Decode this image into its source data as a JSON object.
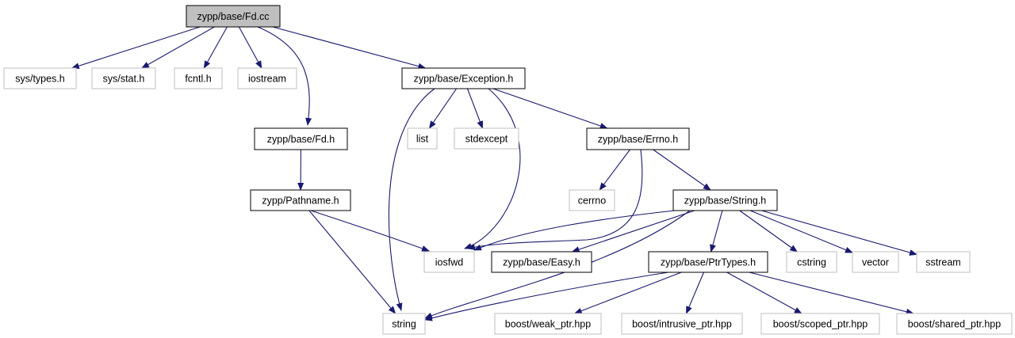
{
  "diagram": {
    "type": "include-dependency-graph",
    "colors": {
      "root_fill": "#bfbfbf",
      "internal_border": "#000000",
      "external_border": "#bfbfbf",
      "external_text": "#404040",
      "edge": "#191970"
    },
    "nodes": [
      {
        "id": "fd_cc",
        "label": "zypp/base/Fd.cc",
        "kind": "root"
      },
      {
        "id": "sys_types",
        "label": "sys/types.h",
        "kind": "external"
      },
      {
        "id": "sys_stat",
        "label": "sys/stat.h",
        "kind": "external"
      },
      {
        "id": "fcntl",
        "label": "fcntl.h",
        "kind": "external"
      },
      {
        "id": "iostream",
        "label": "iostream",
        "kind": "external"
      },
      {
        "id": "exception_h",
        "label": "zypp/base/Exception.h",
        "kind": "internal"
      },
      {
        "id": "fd_h",
        "label": "zypp/base/Fd.h",
        "kind": "internal"
      },
      {
        "id": "list",
        "label": "list",
        "kind": "external"
      },
      {
        "id": "stdexcept",
        "label": "stdexcept",
        "kind": "external"
      },
      {
        "id": "errno_h",
        "label": "zypp/base/Errno.h",
        "kind": "internal"
      },
      {
        "id": "pathname_h",
        "label": "zypp/Pathname.h",
        "kind": "internal"
      },
      {
        "id": "cerrno",
        "label": "cerrno",
        "kind": "external"
      },
      {
        "id": "string_h",
        "label": "zypp/base/String.h",
        "kind": "internal"
      },
      {
        "id": "iosfwd",
        "label": "iosfwd",
        "kind": "external"
      },
      {
        "id": "easy_h",
        "label": "zypp/base/Easy.h",
        "kind": "internal"
      },
      {
        "id": "ptrtypes_h",
        "label": "zypp/base/PtrTypes.h",
        "kind": "internal"
      },
      {
        "id": "cstring",
        "label": "cstring",
        "kind": "external"
      },
      {
        "id": "vector",
        "label": "vector",
        "kind": "external"
      },
      {
        "id": "sstream",
        "label": "sstream",
        "kind": "external"
      },
      {
        "id": "string",
        "label": "string",
        "kind": "external"
      },
      {
        "id": "weak_ptr",
        "label": "boost/weak_ptr.hpp",
        "kind": "external"
      },
      {
        "id": "intrusive_ptr",
        "label": "boost/intrusive_ptr.hpp",
        "kind": "external"
      },
      {
        "id": "scoped_ptr",
        "label": "boost/scoped_ptr.hpp",
        "kind": "external"
      },
      {
        "id": "shared_ptr",
        "label": "boost/shared_ptr.hpp",
        "kind": "external"
      }
    ],
    "edges": [
      {
        "from": "fd_cc",
        "to": "sys_types"
      },
      {
        "from": "fd_cc",
        "to": "sys_stat"
      },
      {
        "from": "fd_cc",
        "to": "fcntl"
      },
      {
        "from": "fd_cc",
        "to": "iostream"
      },
      {
        "from": "fd_cc",
        "to": "fd_h"
      },
      {
        "from": "fd_cc",
        "to": "exception_h"
      },
      {
        "from": "exception_h",
        "to": "list"
      },
      {
        "from": "exception_h",
        "to": "stdexcept"
      },
      {
        "from": "exception_h",
        "to": "errno_h"
      },
      {
        "from": "exception_h",
        "to": "string"
      },
      {
        "from": "exception_h",
        "to": "iosfwd"
      },
      {
        "from": "fd_h",
        "to": "pathname_h"
      },
      {
        "from": "pathname_h",
        "to": "iosfwd"
      },
      {
        "from": "pathname_h",
        "to": "string"
      },
      {
        "from": "errno_h",
        "to": "cerrno"
      },
      {
        "from": "errno_h",
        "to": "string_h"
      },
      {
        "from": "errno_h",
        "to": "iosfwd"
      },
      {
        "from": "string_h",
        "to": "iosfwd"
      },
      {
        "from": "string_h",
        "to": "easy_h"
      },
      {
        "from": "string_h",
        "to": "ptrtypes_h"
      },
      {
        "from": "string_h",
        "to": "cstring"
      },
      {
        "from": "string_h",
        "to": "vector"
      },
      {
        "from": "string_h",
        "to": "sstream"
      },
      {
        "from": "string_h",
        "to": "string"
      },
      {
        "from": "ptrtypes_h",
        "to": "string"
      },
      {
        "from": "ptrtypes_h",
        "to": "weak_ptr"
      },
      {
        "from": "ptrtypes_h",
        "to": "intrusive_ptr"
      },
      {
        "from": "ptrtypes_h",
        "to": "scoped_ptr"
      },
      {
        "from": "ptrtypes_h",
        "to": "shared_ptr"
      }
    ]
  }
}
